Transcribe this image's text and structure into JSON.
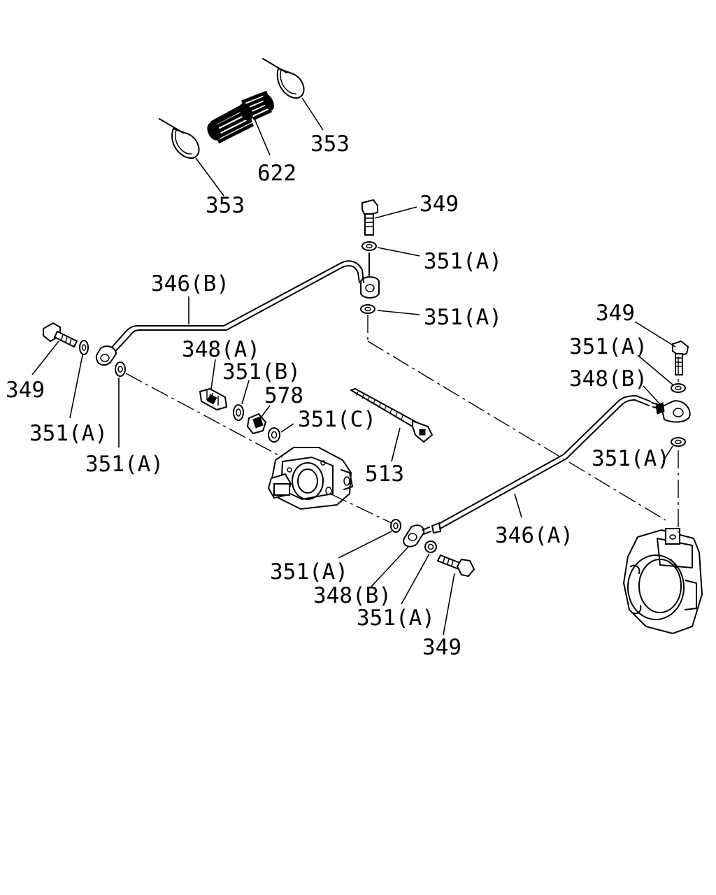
{
  "diagram": {
    "callouts": [
      {
        "id": "c1",
        "text": "353"
      },
      {
        "id": "c2",
        "text": "622"
      },
      {
        "id": "c3",
        "text": "353"
      },
      {
        "id": "c4",
        "text": "349"
      },
      {
        "id": "c5",
        "text": "351(A)"
      },
      {
        "id": "c6",
        "text": "346(B)"
      },
      {
        "id": "c7",
        "text": "351(A)"
      },
      {
        "id": "c8",
        "text": "349"
      },
      {
        "id": "c9",
        "text": "348(A)"
      },
      {
        "id": "c10",
        "text": "351(B)"
      },
      {
        "id": "c11",
        "text": "578"
      },
      {
        "id": "c12",
        "text": "351(C)"
      },
      {
        "id": "c13",
        "text": "349"
      },
      {
        "id": "c14",
        "text": "351(A)"
      },
      {
        "id": "c15",
        "text": "351(A)"
      },
      {
        "id": "c16",
        "text": "513"
      },
      {
        "id": "c17",
        "text": "351(A)"
      },
      {
        "id": "c18",
        "text": "348(B)"
      },
      {
        "id": "c19",
        "text": "351(A)"
      },
      {
        "id": "c20",
        "text": "346(A)"
      },
      {
        "id": "c21",
        "text": "351(A)"
      },
      {
        "id": "c22",
        "text": "348(B)"
      },
      {
        "id": "c23",
        "text": "351(A)"
      },
      {
        "id": "c24",
        "text": "349"
      }
    ]
  }
}
